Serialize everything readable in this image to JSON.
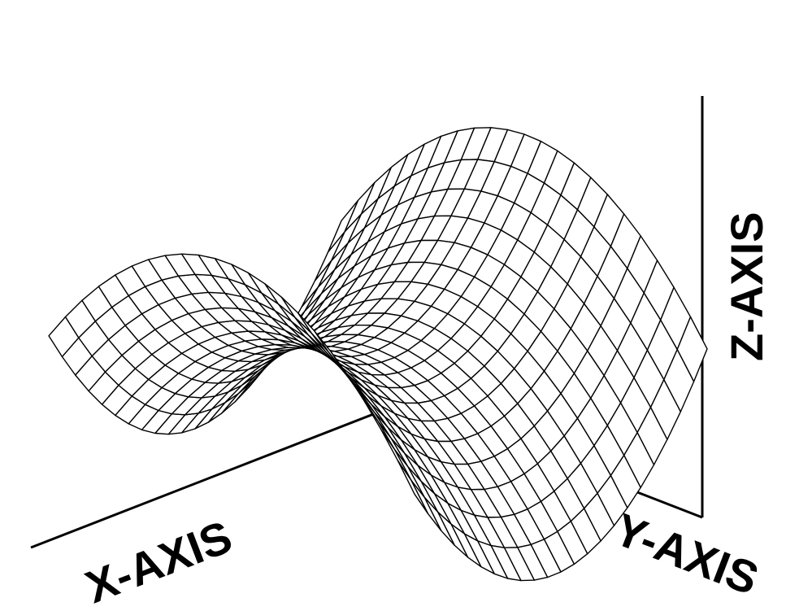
{
  "figure": {
    "kind": "saddle-surface-wireframe",
    "line_color": "#000000",
    "background_color": "#ffffff"
  },
  "axes": {
    "x_label": "X-AXIS",
    "y_label": "Y-AXIS",
    "z_label": "Z-AXIS"
  }
}
